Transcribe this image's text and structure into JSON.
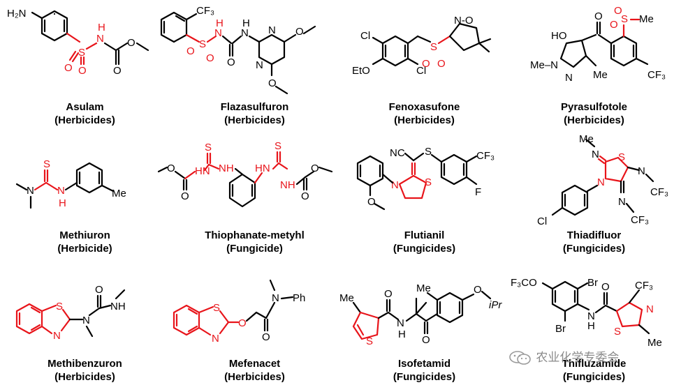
{
  "compounds": [
    {
      "name": "Asulam",
      "class": "(Herbicides)"
    },
    {
      "name": "Flazasulfuron",
      "class": "(Herbicides)"
    },
    {
      "name": "Fenoxasufone",
      "class": "(Herbicides)"
    },
    {
      "name": "Pyrasulfotole",
      "class": "(Herbicides)"
    },
    {
      "name": "Methiuron",
      "class": "(Herbicide)"
    },
    {
      "name": "Thiophanate-metyhl",
      "class": "(Fungicide)"
    },
    {
      "name": "Flutianil",
      "class": "(Fungicides)"
    },
    {
      "name": "Thiadifluor",
      "class": "(Fungicides)"
    },
    {
      "name": "Methibenzuron",
      "class": "(Herbicides)"
    },
    {
      "name": "Mefenacet",
      "class": "(Herbicides)"
    },
    {
      "name": "Isofetamid",
      "class": "(Fungicides)"
    },
    {
      "name": "Thifluzamide",
      "class": "(Fungicides)"
    }
  ],
  "labels": {
    "nh2": "H₂N",
    "s": "S",
    "o": "O",
    "n": "N",
    "h": "H",
    "nh": "NH",
    "hn": "HN",
    "cf3": "CF₃",
    "cl": "Cl",
    "eto": "EtO",
    "ho": "HO",
    "me": "Me",
    "me_n": "Me–N",
    "nc": "NC",
    "f": "F",
    "ph": "Ph",
    "ipr": "iPr",
    "f3co": "F₃CO",
    "br": "Br",
    "n_o": "N-O"
  },
  "watermark": "农业化学专委会",
  "colors": {
    "highlight": "#e8141a",
    "bond": "#000000",
    "watermark": "#8a8a8a"
  }
}
